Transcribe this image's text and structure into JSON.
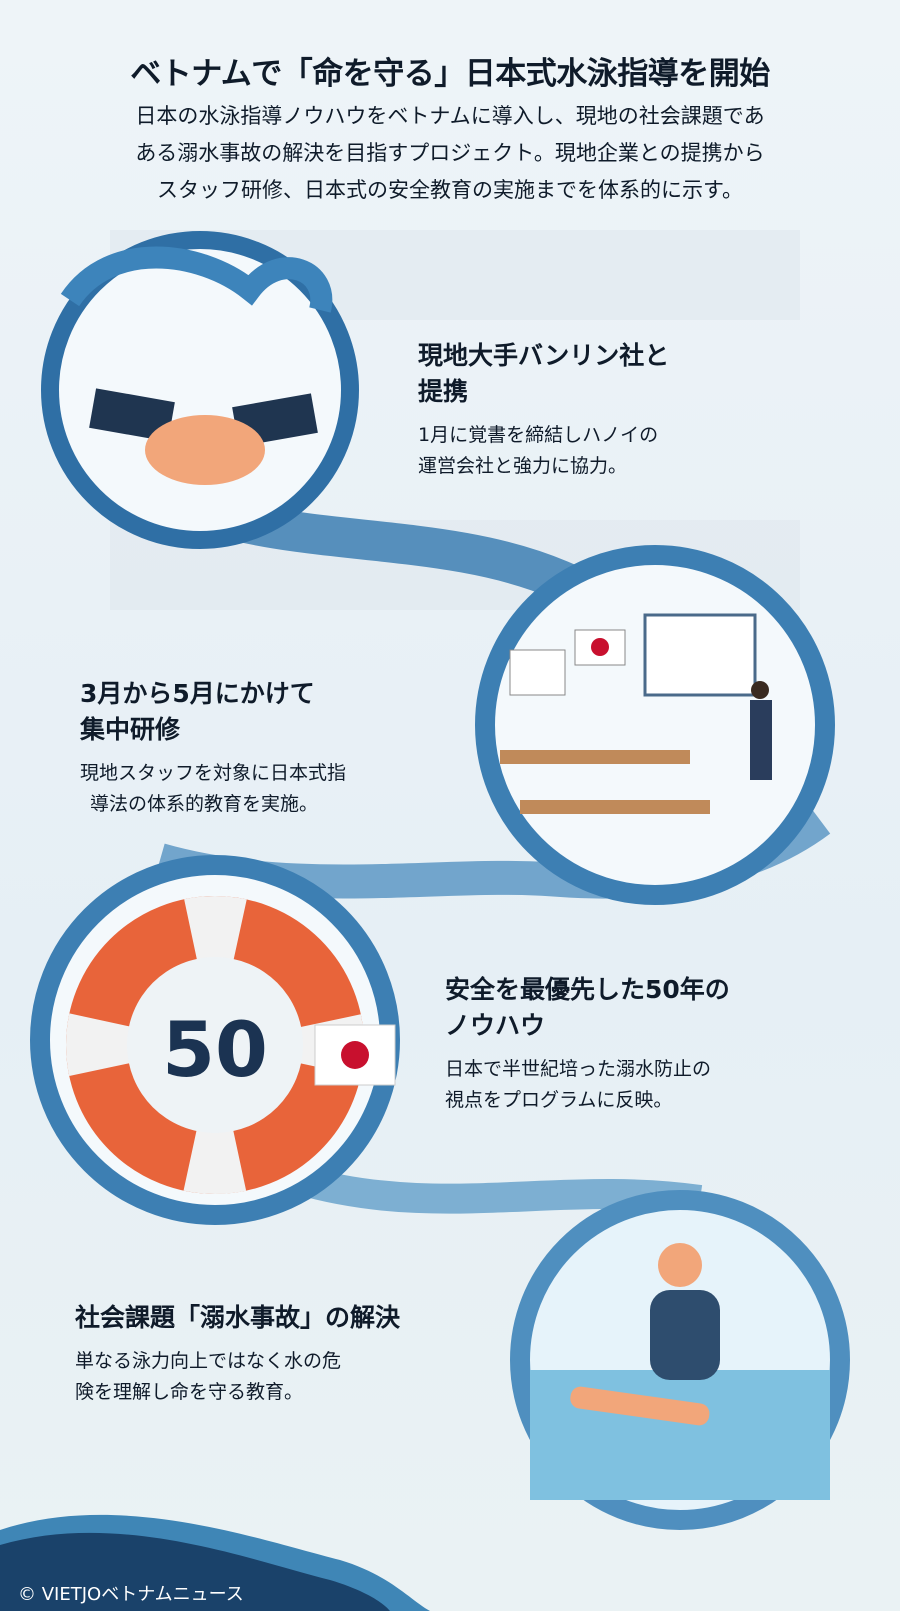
{
  "title": "ベトナムで「命を守る」日本式水泳指導を開始",
  "description": [
    "日本の水泳指導ノウハウをベトナムに導入し、現地の社会課題であ",
    "ある溺水事故の解決を目指すプロジェクト。現地企業との提携から",
    "スタッフ研修、日本式の安全教育の実施までを体系的に示す。"
  ],
  "steps": [
    {
      "heading": [
        "現地大手バンリン社と",
        "提携"
      ],
      "body": [
        "1月に覚書を締結しハノイの",
        "運営会社と強力に協力。"
      ],
      "icon": "handshake-icon"
    },
    {
      "heading": [
        "3月から5月にかけて",
        "集中研修"
      ],
      "body": [
        "現地スタッフを対象に日本式指",
        "導法の体系的教育を実施。"
      ],
      "icon": "classroom-icon"
    },
    {
      "heading": [
        "安全を最優先した50年の",
        "ノウハウ"
      ],
      "body": [
        "日本で半世紀培った溺水防止の",
        "視点をプログラムに反映。"
      ],
      "icon": "lifebuoy-icon",
      "badge": "50"
    },
    {
      "heading": [
        "社会課題「溺水事故」の解決"
      ],
      "body": [
        "単なる泳力向上ではなく水の危",
        "険を理解し命を守る教育。"
      ],
      "icon": "swim-lesson-icon"
    }
  ],
  "credit": "© VIETJOベトナムニュース",
  "colors": {
    "navy": "#1b3f66",
    "wave": "#3d7fb3",
    "light": "#a9cde6",
    "orange": "#e8643a"
  }
}
